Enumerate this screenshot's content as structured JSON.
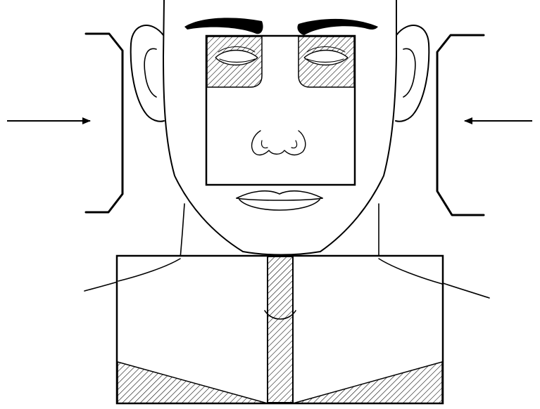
{
  "figure": {
    "subject": "front-view-face-and-neck-field-diagram",
    "colors": {
      "ink": "#000000",
      "background": "#ffffff",
      "hatch": "#000000"
    },
    "parts": {
      "head_outline": true,
      "left_ear": true,
      "right_ear": true,
      "eyebrows": 2,
      "closed_eyes": 2,
      "nose": true,
      "lips": true,
      "neck_and_shoulders": true
    },
    "fields": {
      "face_field": {
        "shading": "none"
      },
      "eye_shields": {
        "count": 2,
        "shading": "diagonal-hatch"
      },
      "neck_field": {
        "shading": "none"
      },
      "spinal_cord_block": {
        "shading": "diagonal-hatch"
      },
      "lower_corner_blocks": {
        "count": 2,
        "shading": "diagonal-hatch"
      }
    },
    "lateral_beams": [
      {
        "side": "left",
        "direction": "pointing-right",
        "portal": "bracket"
      },
      {
        "side": "right",
        "direction": "pointing-left",
        "portal": "bracket"
      }
    ]
  }
}
